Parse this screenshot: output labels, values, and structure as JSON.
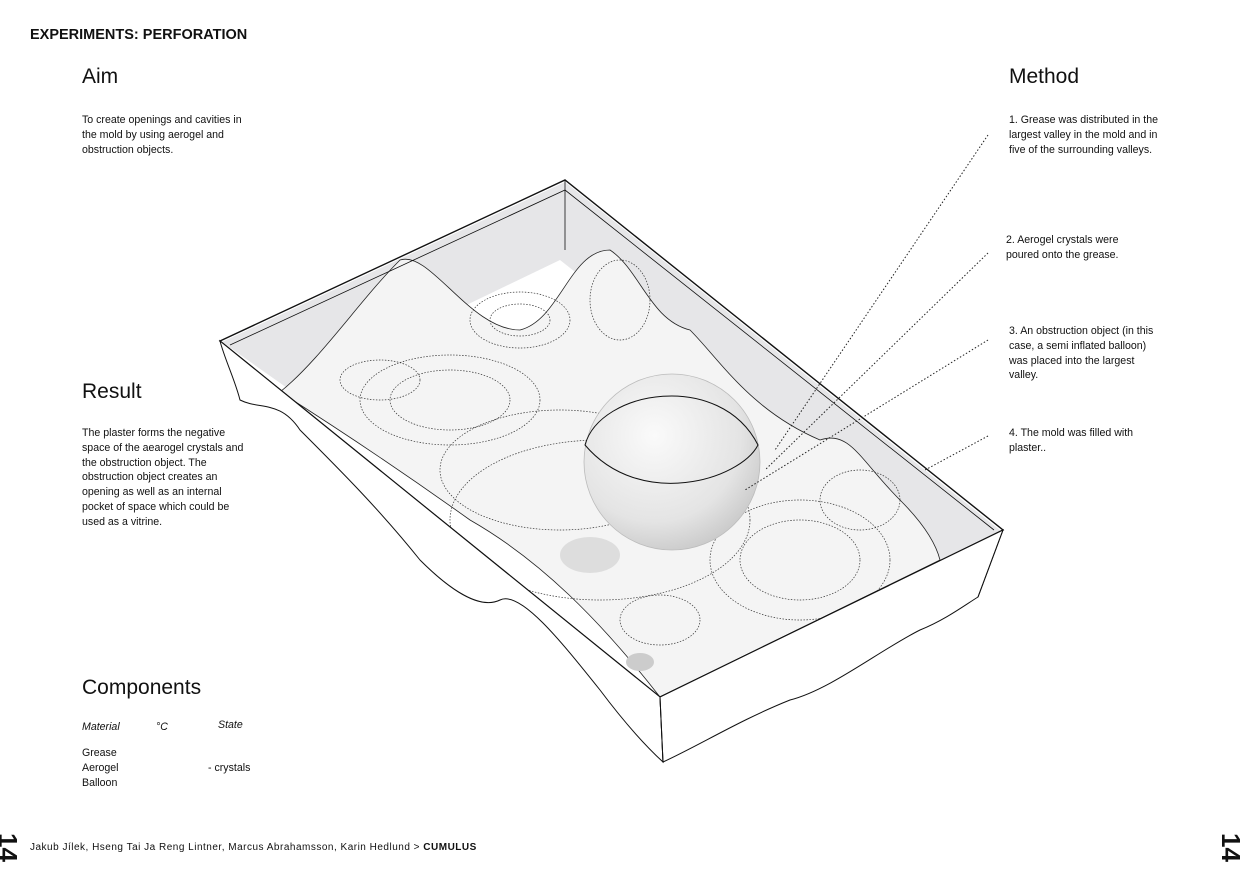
{
  "header": {
    "title": "EXPERIMENTS: PERFORATION"
  },
  "aim": {
    "heading": "Aim",
    "text": "To create openings and cavities in the mold by using aerogel and obstruction objects."
  },
  "result": {
    "heading": "Result",
    "text": "The plaster forms the negative space of the aearogel crystals and the obstruction object. The obstruction object creates an opening as well as an internal pocket of space which could be used as a vitrine."
  },
  "method": {
    "heading": "Method",
    "steps": [
      "1. Grease was distributed in the largest valley in the mold and in five of the surrounding valleys.",
      "2. Aerogel crystals were poured onto the grease.",
      "3. An obstruction object (in this case, a semi inflated balloon) was placed into the largest valley.",
      "4. The mold was filled with plaster.."
    ]
  },
  "components": {
    "heading": "Components",
    "columns": [
      "Material",
      "°C",
      "State"
    ],
    "rows": [
      {
        "material": "Grease",
        "state": ""
      },
      {
        "material": "Aerogel",
        "state": "- crystals"
      },
      {
        "material": "Balloon",
        "state": ""
      }
    ]
  },
  "footer": {
    "authors": "Jakub Jílek, Hseng Tai Ja Reng Lintner, Marcus Abrahamsson, Karin Hedlund >",
    "project": "CUMULUS",
    "page": "14"
  }
}
